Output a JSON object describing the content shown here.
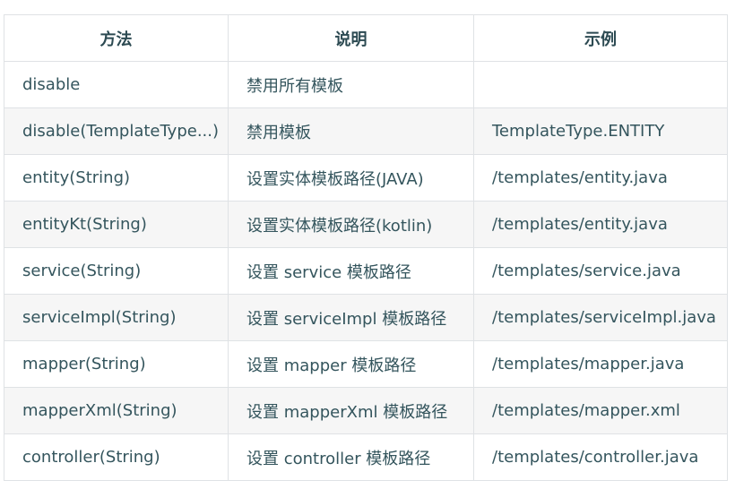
{
  "table": {
    "headers": [
      "方法",
      "说明",
      "示例"
    ],
    "rows": [
      [
        "disable",
        "禁用所有模板",
        ""
      ],
      [
        "disable(TemplateType...)",
        "禁用模板",
        "TemplateType.ENTITY"
      ],
      [
        "entity(String)",
        "设置实体模板路径(JAVA)",
        "/templates/entity.java"
      ],
      [
        "entityKt(String)",
        "设置实体模板路径(kotlin)",
        "/templates/entity.java"
      ],
      [
        "service(String)",
        "设置 service 模板路径",
        "/templates/service.java"
      ],
      [
        "serviceImpl(String)",
        "设置 serviceImpl 模板路径",
        "/templates/serviceImpl.java"
      ],
      [
        "mapper(String)",
        "设置 mapper 模板路径",
        "/templates/mapper.java"
      ],
      [
        "mapperXml(String)",
        "设置 mapperXml 模板路径",
        "/templates/mapper.xml"
      ],
      [
        "controller(String)",
        "设置 controller 模板路径",
        "/templates/controller.java"
      ]
    ]
  }
}
